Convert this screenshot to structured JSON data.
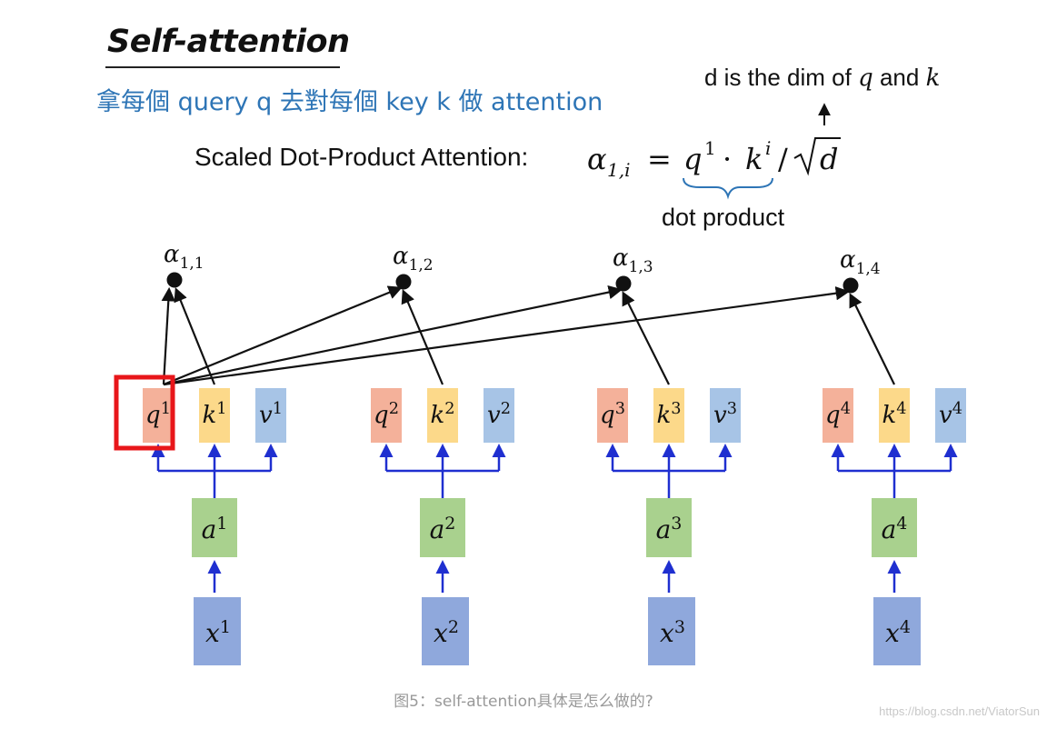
{
  "title": "Self-attention",
  "subtitle": "拿每個 query q 去對每個  key k 做 attention",
  "formula": {
    "label": "Scaled Dot-Product Attention:",
    "alpha_sub": "1,i",
    "q_sup": "1",
    "k_sup": "i",
    "sqrt_arg": "d",
    "dot_product_label": "dot product"
  },
  "dim_note": {
    "prefix": "d is the dim of ",
    "q": "q",
    "middle": " and ",
    "k": "k"
  },
  "columns": [
    {
      "index": "1",
      "alpha_sub": "1,1",
      "q": "q",
      "k": "k",
      "v": "v",
      "a": "a",
      "x": "x",
      "highlighted": true
    },
    {
      "index": "2",
      "alpha_sub": "1,2",
      "q": "q",
      "k": "k",
      "v": "v",
      "a": "a",
      "x": "x",
      "highlighted": false
    },
    {
      "index": "3",
      "alpha_sub": "1,3",
      "q": "q",
      "k": "k",
      "v": "v",
      "a": "a",
      "x": "x",
      "highlighted": false
    },
    {
      "index": "4",
      "alpha_sub": "1,4",
      "q": "q",
      "k": "k",
      "v": "v",
      "a": "a",
      "x": "x",
      "highlighted": false
    }
  ],
  "caption": "图5：self-attention具体是怎么做的?",
  "watermark": "https://blog.csdn.net/ViatorSun",
  "colors": {
    "q_box": "#f4b19a",
    "k_box": "#fcd98a",
    "v_box": "#a7c4e6",
    "a_box": "#a9d18e",
    "x_box": "#8fa8dc",
    "arrow_blue": "#1f2fd0",
    "highlight_red": "#e8161a",
    "subtitle_blue": "#2e75b6"
  }
}
